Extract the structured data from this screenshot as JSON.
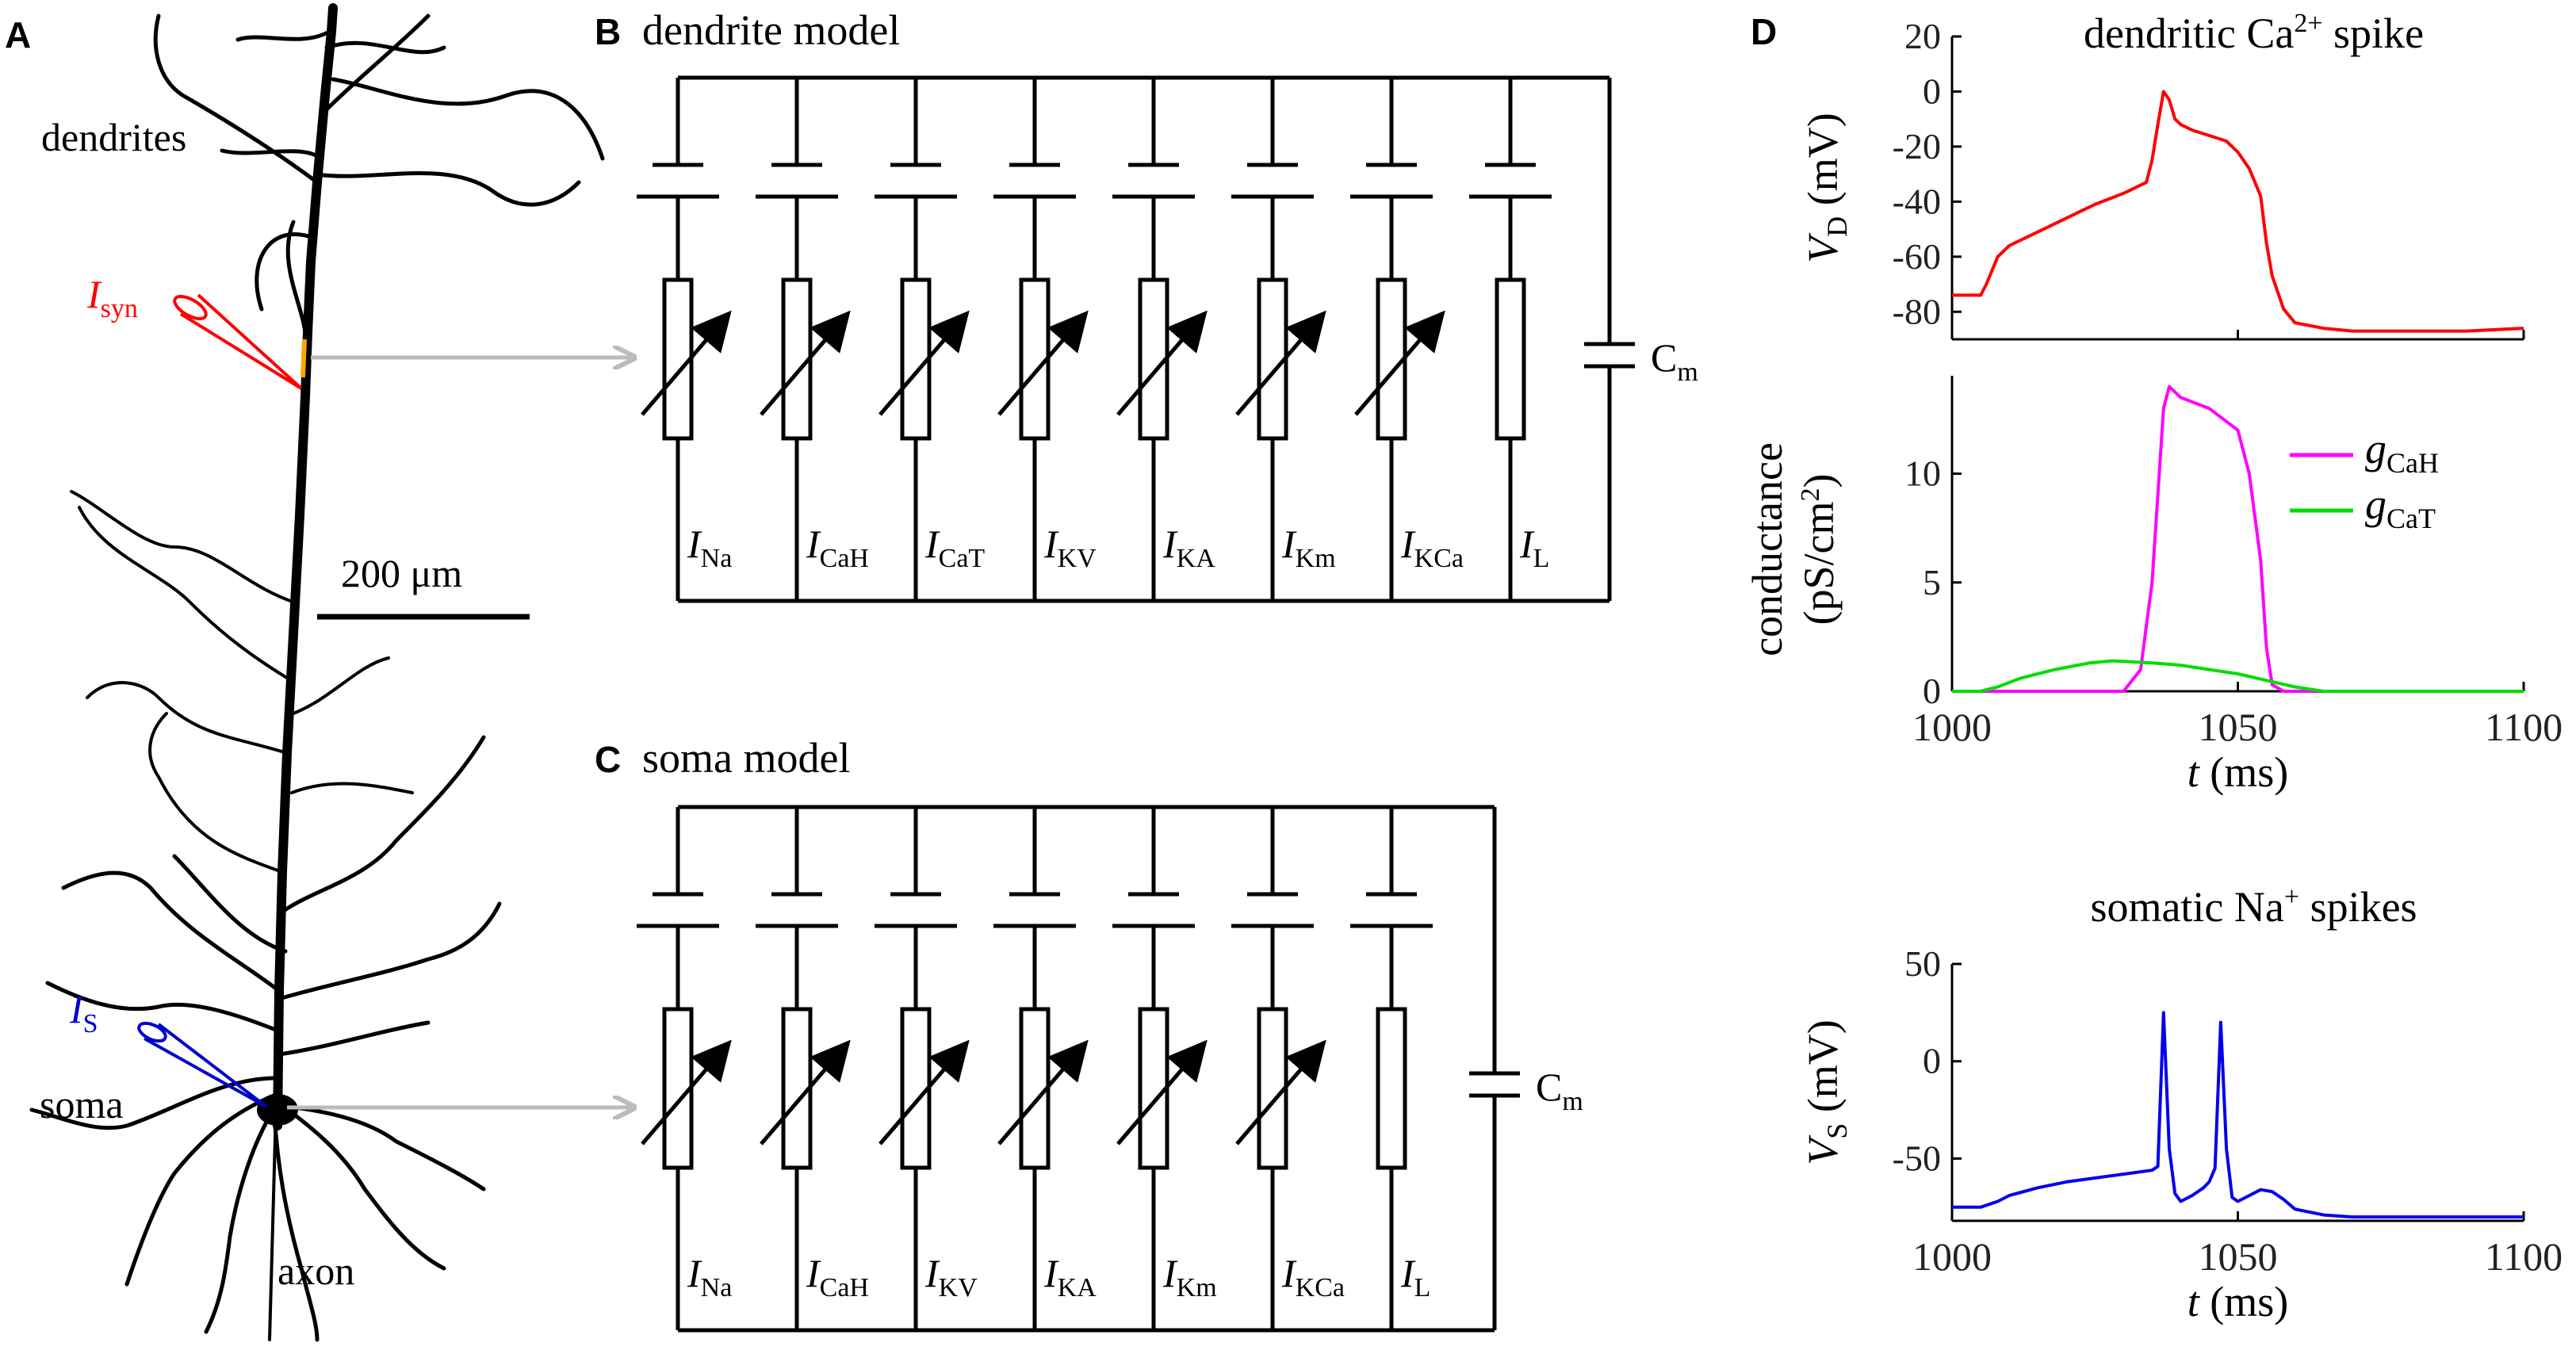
{
  "panels": {
    "A": "A",
    "B": "B",
    "C": "C",
    "D": "D"
  },
  "neuron": {
    "dendrites_label": "dendrites",
    "soma_label": "soma",
    "axon_label": "axon",
    "scale_bar": "200 μm",
    "isyn": {
      "main": "I",
      "sub": "syn"
    },
    "is": {
      "main": "I",
      "sub": "S"
    },
    "colors": {
      "neuron": "#000000",
      "isyn": "#ff0000",
      "is": "#0000cc",
      "arrow": "#bbbbbb",
      "site": "#ffa500"
    }
  },
  "dendrite_model": {
    "title": "dendrite model",
    "cm": {
      "main": "C",
      "sub": "m"
    },
    "channels": [
      {
        "main": "I",
        "sub": "Na",
        "variable": true
      },
      {
        "main": "I",
        "sub": "CaH",
        "variable": true
      },
      {
        "main": "I",
        "sub": "CaT",
        "variable": true
      },
      {
        "main": "I",
        "sub": "KV",
        "variable": true
      },
      {
        "main": "I",
        "sub": "KA",
        "variable": true
      },
      {
        "main": "I",
        "sub": "Km",
        "variable": true
      },
      {
        "main": "I",
        "sub": "KCa",
        "variable": true
      },
      {
        "main": "I",
        "sub": "L",
        "variable": false
      }
    ]
  },
  "soma_model": {
    "title": "soma model",
    "cm": {
      "main": "C",
      "sub": "m"
    },
    "channels": [
      {
        "main": "I",
        "sub": "Na",
        "variable": true
      },
      {
        "main": "I",
        "sub": "CaH",
        "variable": true
      },
      {
        "main": "I",
        "sub": "KV",
        "variable": true
      },
      {
        "main": "I",
        "sub": "KA",
        "variable": true
      },
      {
        "main": "I",
        "sub": "Km",
        "variable": true
      },
      {
        "main": "I",
        "sub": "KCa",
        "variable": true
      },
      {
        "main": "I",
        "sub": "L",
        "variable": false
      }
    ]
  },
  "chart_data": [
    {
      "type": "line",
      "title": {
        "pre": "dendritic Ca",
        "sup": "2+",
        "post": " spike"
      },
      "ylabel": {
        "main": "V",
        "sub": "D",
        "unit": " (mV)"
      },
      "xlim": [
        1000,
        1100
      ],
      "ylim": [
        -90,
        20
      ],
      "yticks": [
        20,
        0,
        -20,
        -40,
        -60,
        -80
      ],
      "xticks_shown": false,
      "series": [
        {
          "color": "#ff0000",
          "x": [
            1000,
            1005,
            1006,
            1008,
            1010,
            1015,
            1020,
            1025,
            1030,
            1034,
            1035,
            1036,
            1037,
            1038,
            1039,
            1040,
            1042,
            1045,
            1048,
            1050,
            1052,
            1054,
            1055,
            1056,
            1058,
            1060,
            1065,
            1070,
            1080,
            1090,
            1100
          ],
          "y": [
            -74,
            -74,
            -70,
            -60,
            -56,
            -51,
            -46,
            -41,
            -37,
            -33,
            -25,
            -12,
            0,
            -3,
            -10,
            -12,
            -14,
            -16,
            -18,
            -22,
            -28,
            -38,
            -55,
            -67,
            -79,
            -84,
            -86,
            -87,
            -87,
            -87,
            -86
          ]
        }
      ]
    },
    {
      "type": "line",
      "ylabel": {
        "line1": "conductance",
        "line2": "(pS/cm",
        "sup": "2",
        "line2end": ")"
      },
      "xlabel": {
        "main": "t",
        "unit": " (ms)"
      },
      "xlim": [
        1000,
        1100
      ],
      "ylim": [
        0,
        14.5
      ],
      "yticks": [
        0,
        5,
        10
      ],
      "xticks": [
        1000,
        1050,
        1100
      ],
      "legend": {
        "placement": "top-right"
      },
      "series": [
        {
          "name": {
            "main": "g",
            "sub": "CaH"
          },
          "color": "#ff00ff",
          "x": [
            1000,
            1030,
            1033,
            1035,
            1036,
            1037,
            1038,
            1040,
            1045,
            1050,
            1052,
            1054,
            1055,
            1056,
            1058,
            1100
          ],
          "y": [
            0,
            0,
            1,
            5,
            9,
            13,
            14,
            13.5,
            13,
            12,
            10,
            6,
            2,
            0.3,
            0,
            0
          ]
        },
        {
          "name": {
            "main": "g",
            "sub": "CaT"
          },
          "color": "#00dd00",
          "x": [
            1000,
            1005,
            1008,
            1012,
            1018,
            1024,
            1028,
            1035,
            1040,
            1045,
            1050,
            1055,
            1060,
            1065,
            1100
          ],
          "y": [
            0,
            0,
            0.2,
            0.6,
            1.0,
            1.3,
            1.4,
            1.3,
            1.2,
            1.0,
            0.8,
            0.5,
            0.2,
            0,
            0
          ]
        }
      ]
    },
    {
      "type": "line",
      "title": {
        "pre": "somatic Na",
        "sup": "+",
        "post": " spikes"
      },
      "ylabel": {
        "main": "V",
        "sub": "S",
        "unit": " (mV)"
      },
      "xlabel": {
        "main": "t",
        "unit": " (ms)"
      },
      "xlim": [
        1000,
        1100
      ],
      "ylim": [
        -82,
        50
      ],
      "yticks": [
        50,
        0,
        -50
      ],
      "xticks": [
        1000,
        1050,
        1100
      ],
      "series": [
        {
          "color": "#0000ee",
          "x": [
            1000,
            1005,
            1008,
            1010,
            1015,
            1020,
            1025,
            1030,
            1035,
            1036,
            1037,
            1038,
            1039,
            1040,
            1042,
            1044,
            1045,
            1046,
            1047,
            1048,
            1049,
            1050,
            1052,
            1054,
            1056,
            1058,
            1060,
            1065,
            1070,
            1080,
            1100
          ],
          "y": [
            -75,
            -75,
            -72,
            -69,
            -65,
            -62,
            -60,
            -58,
            -56,
            -54,
            25,
            -45,
            -68,
            -72,
            -69,
            -65,
            -62,
            -55,
            20,
            -45,
            -70,
            -72,
            -69,
            -66,
            -67,
            -71,
            -76,
            -79,
            -80,
            -80,
            -80
          ]
        }
      ]
    }
  ]
}
